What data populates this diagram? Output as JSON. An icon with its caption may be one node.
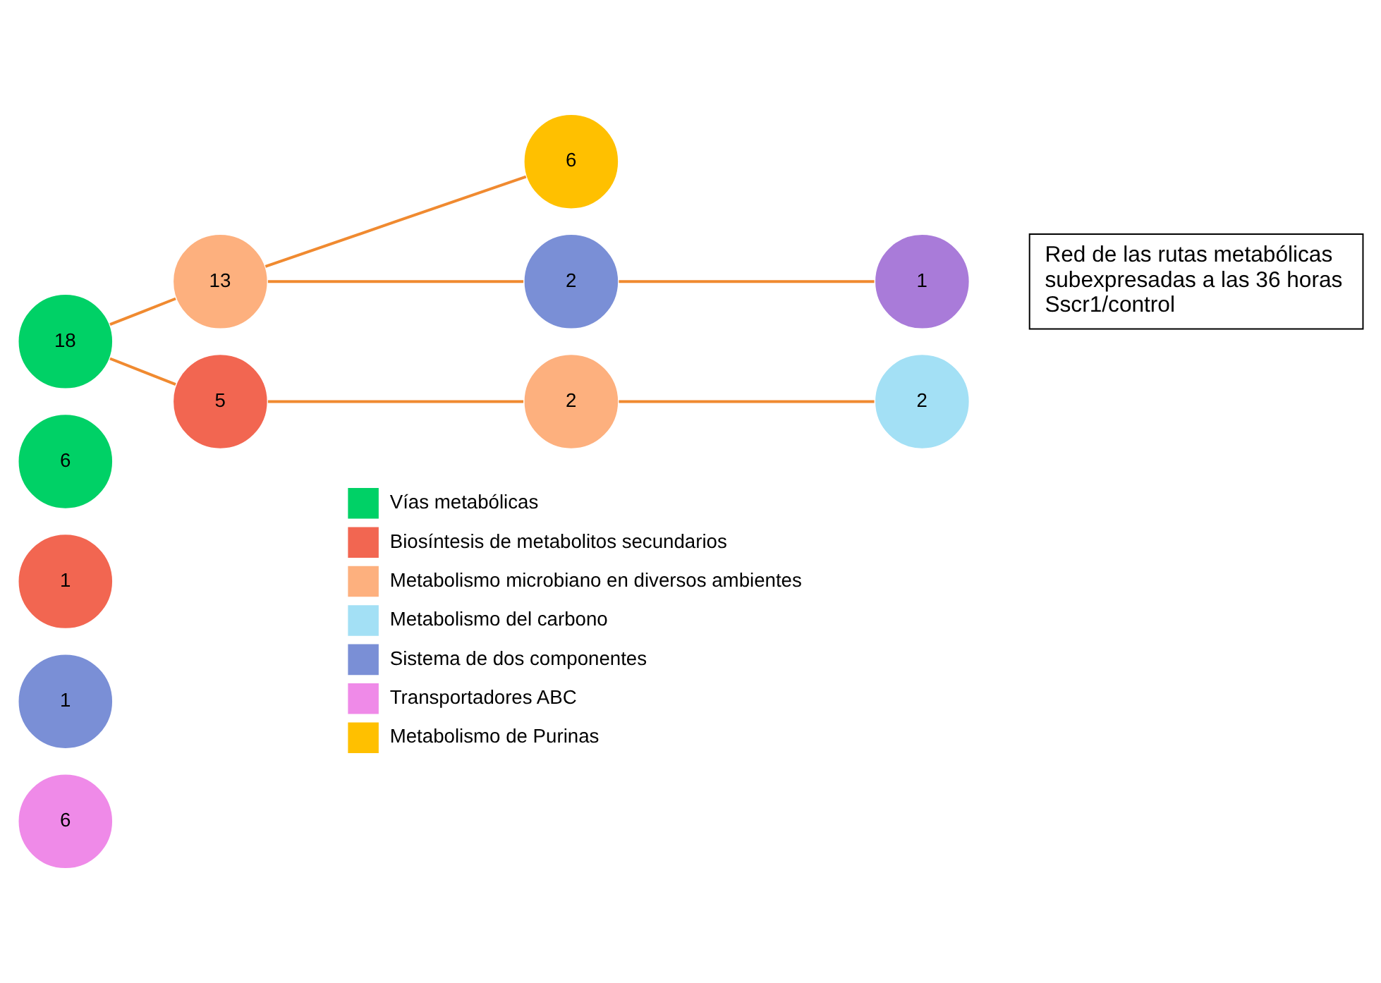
{
  "diagram": {
    "nodes": [
      {
        "text": [
          "18"
        ]
      },
      {
        "text": [
          "13"
        ]
      },
      {
        "text": [
          "5"
        ]
      },
      {
        "text": [
          "6"
        ]
      },
      {
        "text": [
          "2"
        ]
      },
      {
        "text": [
          "1"
        ]
      },
      {
        "text": [
          "2"
        ]
      },
      {
        "text": [
          "2"
        ]
      },
      {
        "text": [
          "6"
        ]
      },
      {
        "text": [
          "1"
        ]
      },
      {
        "text": [
          "1"
        ]
      },
      {
        "text": [
          "6"
        ]
      },
      {
        "text": [
          "Red de las rutas metabólicas subexpresadas a las 36 horas Sscr1/control"
        ]
      }
    ],
    "edges": [
      {
        "from": 0,
        "to": 1,
        "arrow": "none"
      },
      {
        "from": 0,
        "to": 2,
        "arrow": "none"
      },
      {
        "from": 1,
        "to": 3,
        "arrow": "none"
      },
      {
        "from": 1,
        "to": 4,
        "arrow": "none"
      },
      {
        "from": 4,
        "to": 5,
        "arrow": "none"
      },
      {
        "from": 2,
        "to": 6,
        "arrow": "none"
      },
      {
        "from": 6,
        "to": 7,
        "arrow": "none"
      }
    ],
    "legend": [
      {
        "text": "Vías metabólicas",
        "color": "#00d166"
      },
      {
        "text": "Biosíntesis de metabolitos secundarios",
        "color": "#f26651"
      },
      {
        "text": "Metabolismo microbiano en diversos ambientes",
        "color": "#fdb07e"
      },
      {
        "text": "Metabolismo del carbono",
        "color": "#a3e0f5"
      },
      {
        "text": "Sistema de dos componentes",
        "color": "#7a8fd6"
      },
      {
        "text": "Transportadores ABC",
        "color": "#ef8ae8"
      },
      {
        "text": "Metabolismo de Purinas",
        "color": "#ffc000"
      }
    ]
  }
}
